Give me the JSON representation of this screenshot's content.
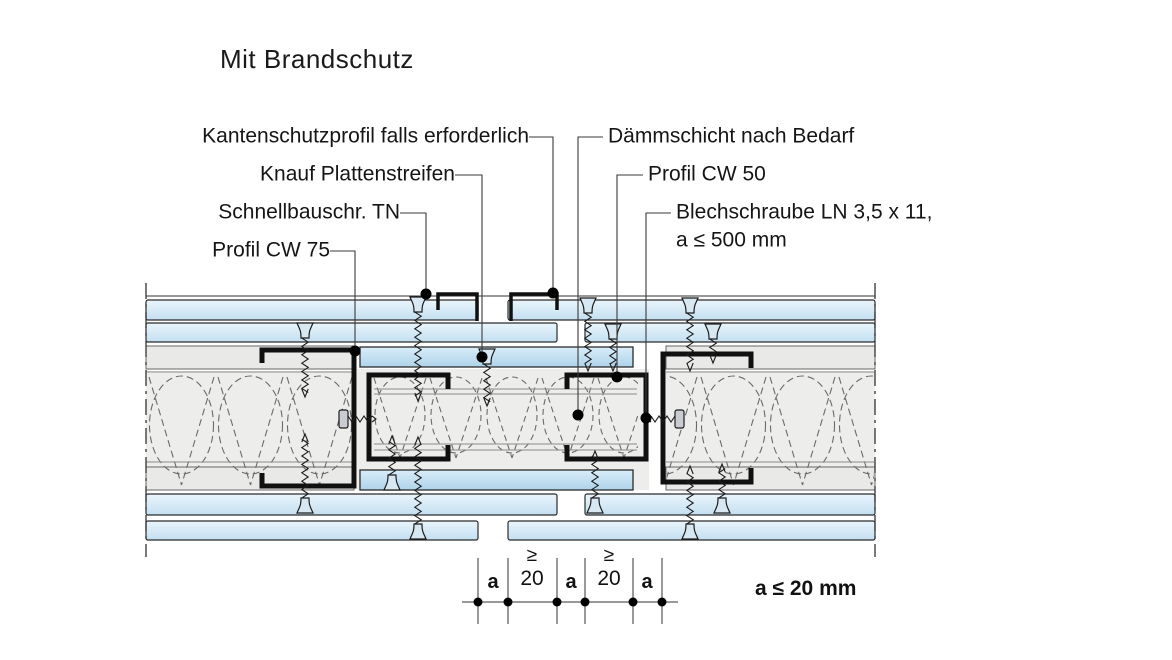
{
  "title": "Mit Brandschutz",
  "labels": {
    "left": [
      {
        "text": "Kantenschutzprofil falls erforderlich"
      },
      {
        "text": "Knauf Plattenstreifen"
      },
      {
        "text": "Schnellbauschr. TN"
      },
      {
        "text": "Profil CW 75"
      }
    ],
    "right": [
      {
        "text": "Dämmschicht nach Bedarf"
      },
      {
        "text": "Profil CW 50"
      },
      {
        "text": "Blechschraube LN 3,5 x 11,"
      },
      {
        "text": "a ≤ 500 mm"
      }
    ]
  },
  "dimensions": {
    "segment_a": "a",
    "segment_gte_symbol": "≥",
    "segment_gte_value": "20",
    "note": "a ≤ 20 mm"
  },
  "colors": {
    "board_fill": "#cfe4f2",
    "strip_fill": "#bcd9ee",
    "gray_layer_fill": "#e9e9e8",
    "insulation_fill": "#ededec",
    "profile_line": "#101010"
  }
}
